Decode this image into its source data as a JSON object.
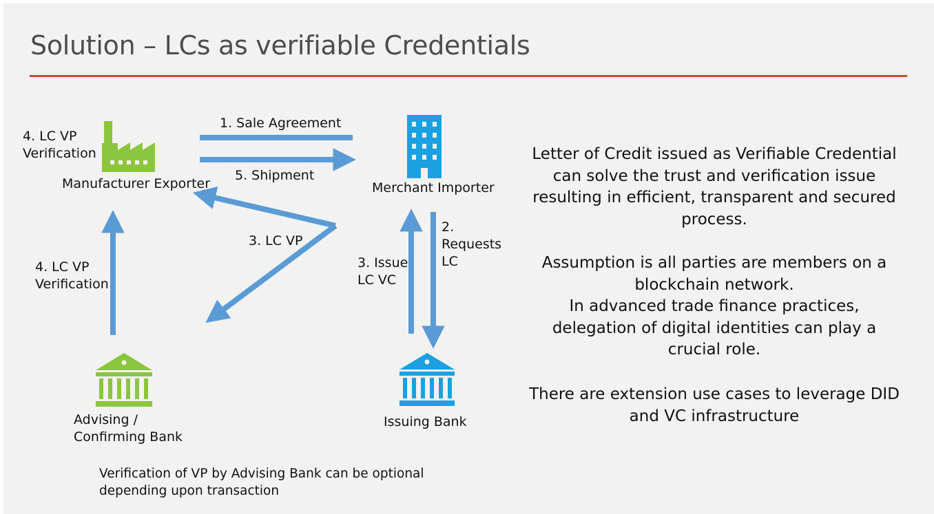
{
  "slide": {
    "title": "Solution – LCs as verifiable Credentials"
  },
  "nodes": {
    "manufacturer": {
      "label": "Manufacturer Exporter",
      "icon": "factory-icon",
      "color": "#8cc63f"
    },
    "merchant": {
      "label": "Merchant Importer",
      "icon": "office-building-icon",
      "color": "#1ba1e2"
    },
    "advising_bank": {
      "label_line1": "Advising /",
      "label_line2": "Confirming Bank",
      "icon": "bank-icon",
      "color": "#8cc63f"
    },
    "issuing_bank": {
      "label": "Issuing Bank",
      "icon": "bank-icon",
      "color": "#1ba1e2"
    }
  },
  "edges": {
    "sale_agreement": "1. Sale Agreement",
    "shipment": "5. Shipment",
    "lc_vp": "3. LC VP",
    "requests_lc_1": "2.",
    "requests_lc_2": "Requests",
    "requests_lc_3": "LC",
    "issue_lc_vc_1": "3. Issue",
    "issue_lc_vc_2": "LC VC",
    "vp_verification_top_1": "4. LC VP",
    "vp_verification_top_2": "Verification",
    "vp_verification_left_1": "4. LC VP",
    "vp_verification_left_2": "Verification"
  },
  "footnote": {
    "line1": "Verification of VP by Advising Bank can be optional",
    "line2": "depending upon transaction"
  },
  "description": {
    "para1": [
      "Letter of Credit issued as Verifiable Credential",
      "can solve the trust and verification issue",
      "resulting in efficient, transparent and secured",
      "process."
    ],
    "para2": [
      "Assumption is all parties are members on a",
      "blockchain network.",
      "In advanced trade finance practices,",
      "delegation of digital identities can play a",
      "crucial role."
    ],
    "para3": [
      "There are extension use cases to leverage DID",
      "and VC infrastructure"
    ]
  },
  "colors": {
    "arrow": "#5b9bd5",
    "accent_rule": "#c8473a",
    "green": "#8cc63f",
    "blue": "#1ba1e2"
  }
}
